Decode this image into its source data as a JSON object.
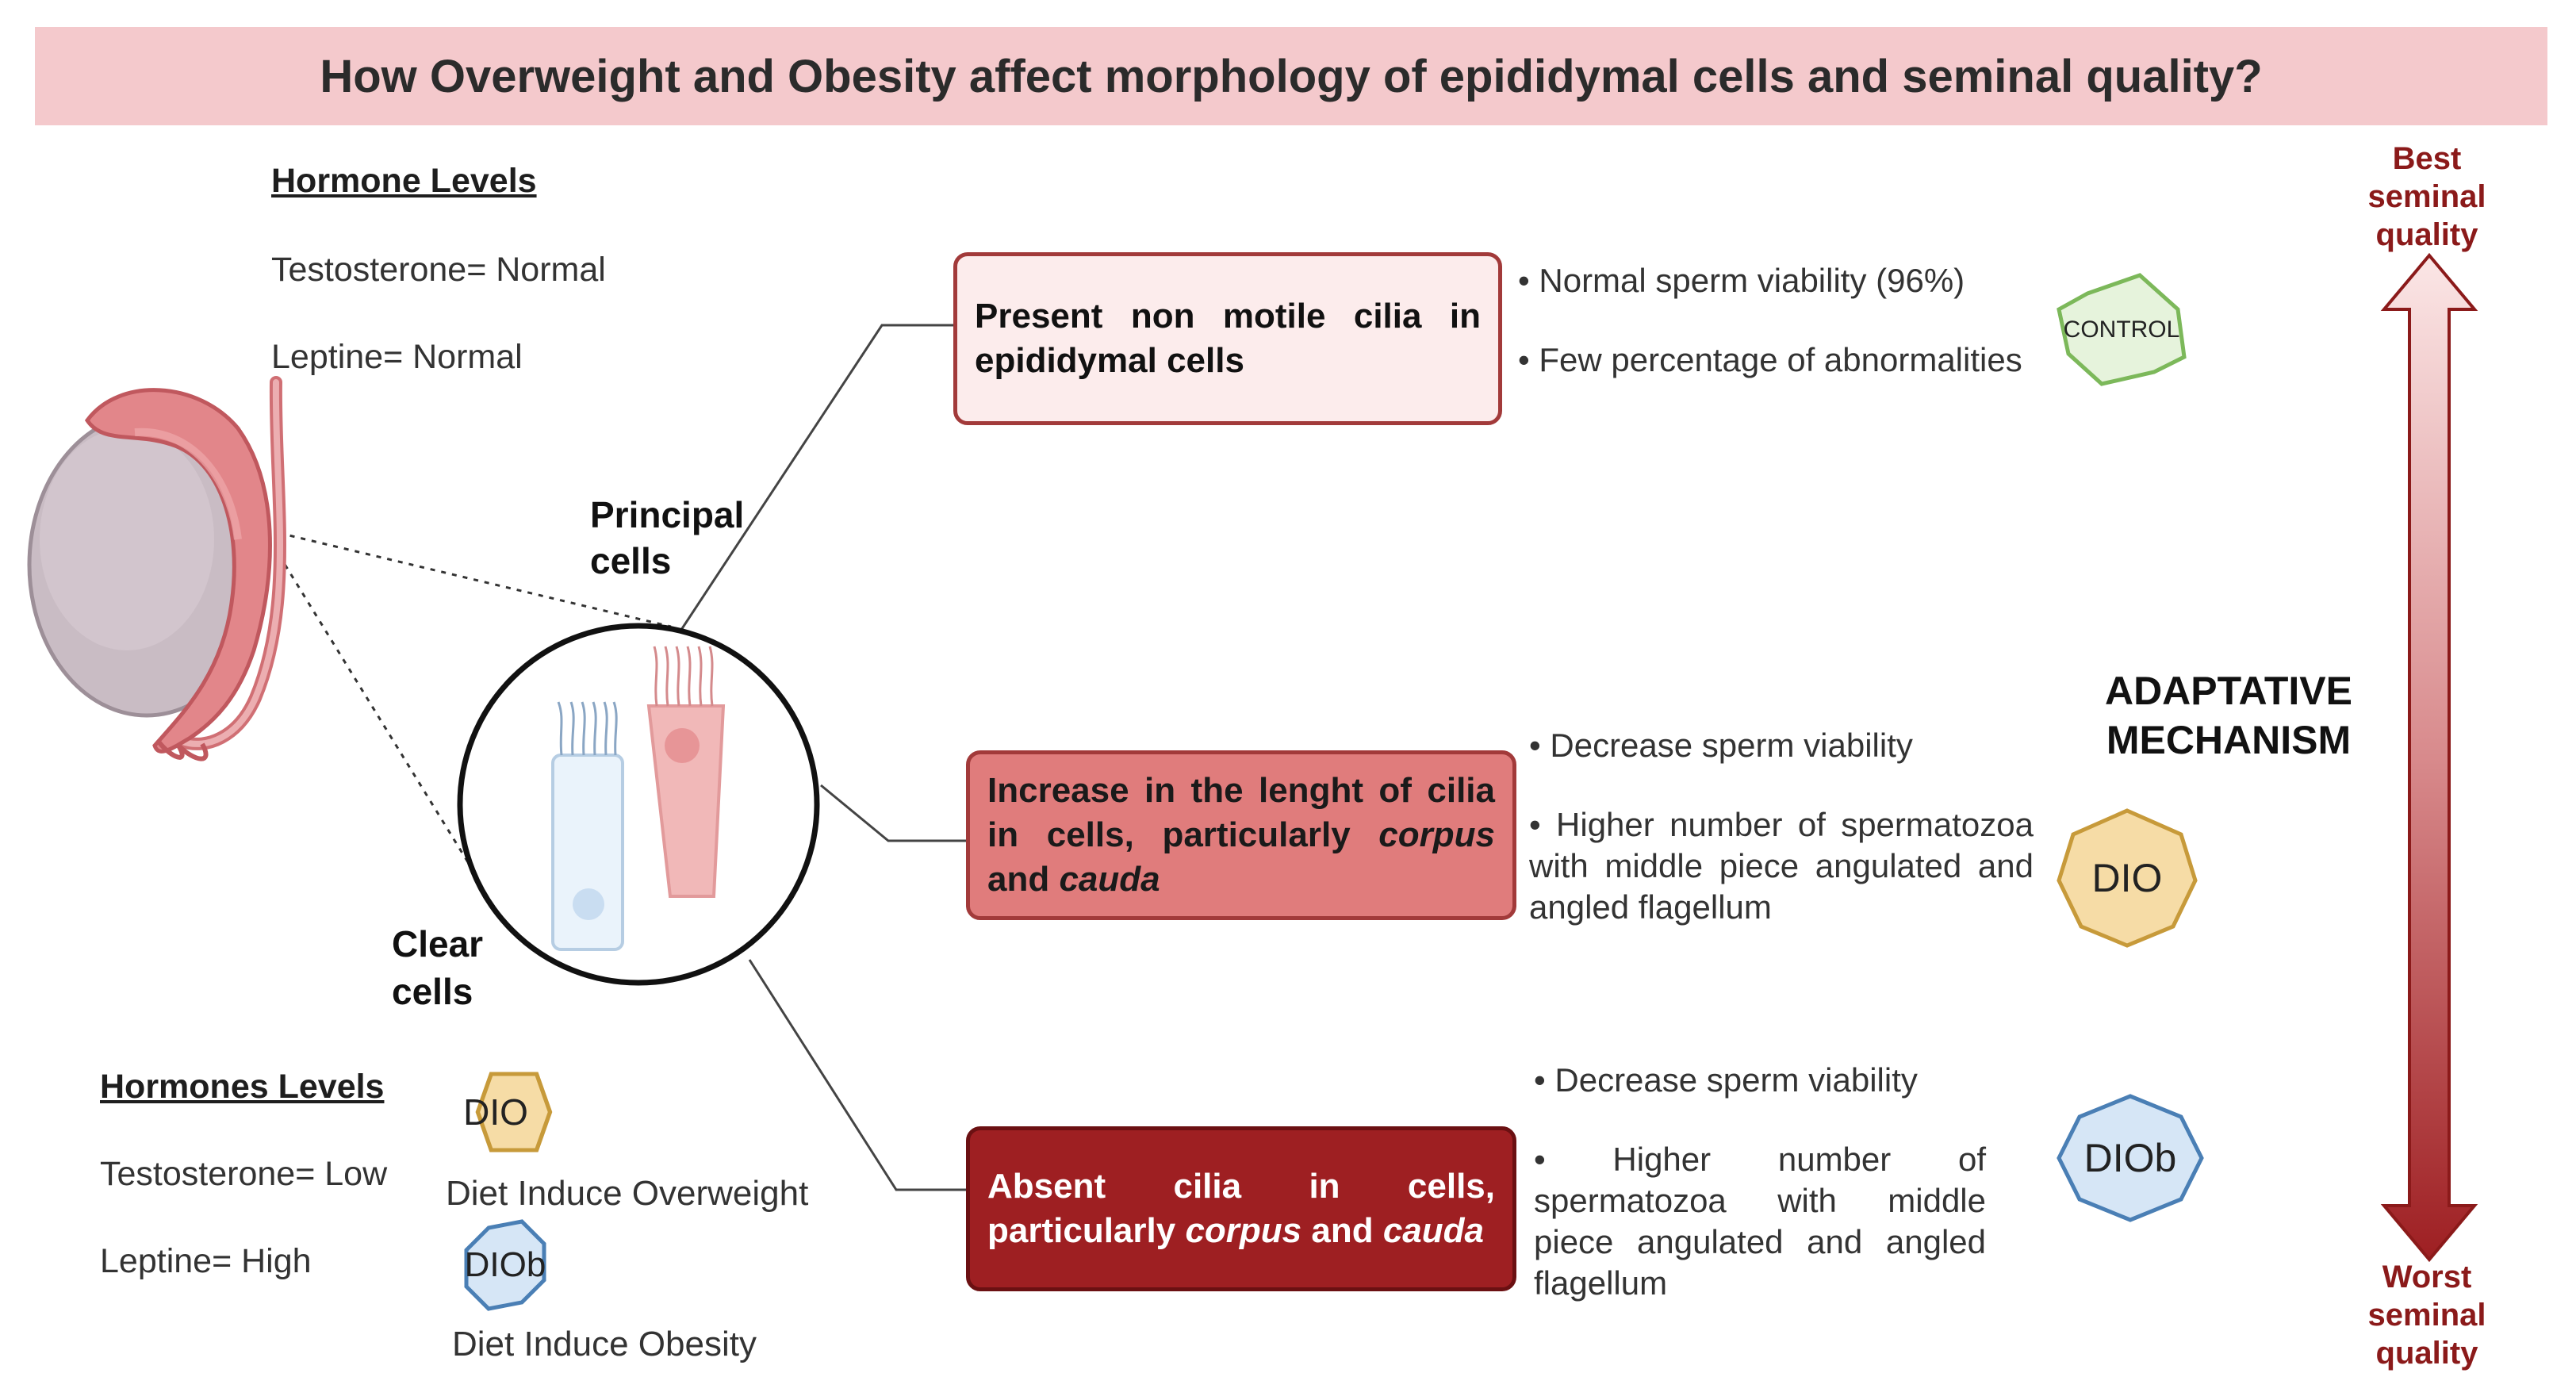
{
  "title": "How Overweight and Obesity affect morphology of epididymal cells and seminal quality?",
  "hormone_top": {
    "heading": "Hormone Levels",
    "testosterone": "Testosterone= Normal",
    "leptine": "Leptine= Normal"
  },
  "hormone_bottom": {
    "heading": "Hormones Levels",
    "testosterone": "Testosterone= Low",
    "leptine": "Leptine= High"
  },
  "legend": {
    "dio_badge": "DIO",
    "dio_desc": "Diet Induce Overweight",
    "diob_badge": "DIOb",
    "diob_desc": "Diet Induce Obesity"
  },
  "cell_labels": {
    "principal_1": "Principal",
    "principal_2": "cells",
    "clear_1": "Clear",
    "clear_2": "cells"
  },
  "boxes": {
    "control": "Present non motile cilia in epididymal cells",
    "dio_a": "Increase in the lenght of cilia in cells, particularly ",
    "dio_b": "corpus",
    "dio_c": " and ",
    "dio_d": "cauda",
    "diob_a": "Absent cilia in cells, particularly ",
    "diob_b": "corpus",
    "diob_c": " and ",
    "diob_d": "cauda"
  },
  "bullets": {
    "control_1": "• Normal sperm viability (96%)",
    "control_2": "• Few percentage of abnormalities",
    "dio_1": "• Decrease sperm viability",
    "dio_2": "• Higher number of spermatozoa with middle piece angulated and angled flagellum",
    "diob_1": "• Decrease sperm viability",
    "diob_2": "• Higher number of spermatozoa with middle piece angulated and angled flagellum"
  },
  "badges": {
    "control": "CONTROL",
    "dio": "DIO",
    "diob": "DIOb"
  },
  "adaptative": {
    "line1": "ADAPTATIVE",
    "line2": "MECHANISM"
  },
  "arrow": {
    "top_1": "Best",
    "top_2": "seminal",
    "top_3": "quality",
    "bottom_1": "Worst",
    "bottom_2": "seminal",
    "bottom_3": "quality"
  },
  "colors": {
    "title_bg": "#f4c9cc",
    "control_badge": "#e6f3dc",
    "dio_badge": "#f6dca6",
    "diob_badge": "#d6e6f6",
    "dark_red": "#9e1f22"
  }
}
